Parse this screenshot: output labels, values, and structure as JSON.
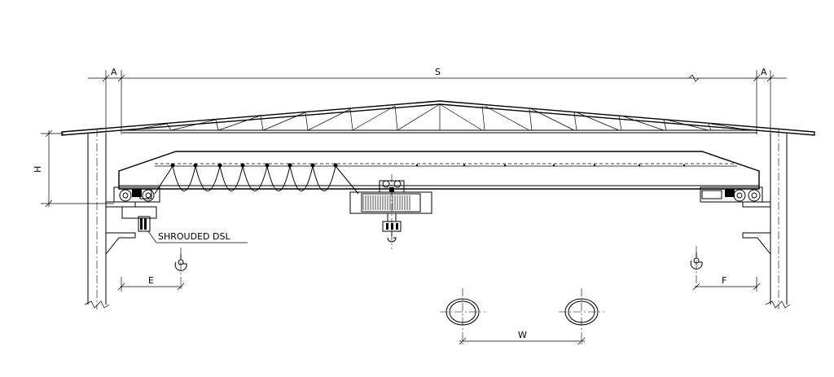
{
  "dimensions": {
    "a_left": "A",
    "span": "S",
    "a_right": "A",
    "height": "H",
    "hook_left": "E",
    "hook_right": "F",
    "wheel_base": "W"
  },
  "annotations": {
    "dsl": "SHROUDED DSL"
  }
}
